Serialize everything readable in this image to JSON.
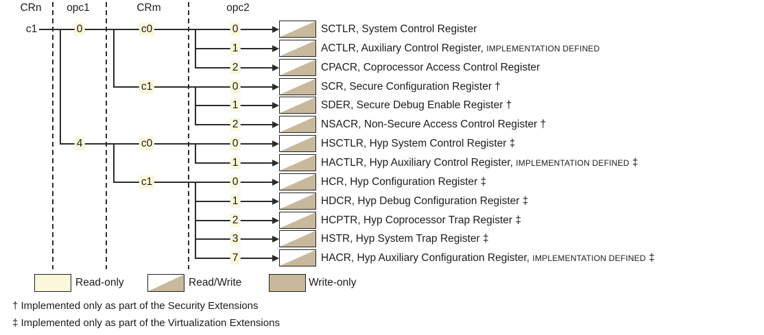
{
  "diagram": {
    "headers": [
      "CRn",
      "opc1",
      "CRm",
      "opc2"
    ],
    "crn_value": "c1",
    "opc1_branches": [
      {
        "label": "0",
        "row": 0
      },
      {
        "label": "4",
        "row": 6
      }
    ],
    "crm_branches": [
      {
        "label": "c0",
        "row": 0
      },
      {
        "label": "c1",
        "row": 3
      },
      {
        "label": "c0",
        "row": 6
      },
      {
        "label": "c1",
        "row": 8
      }
    ],
    "rows": [
      {
        "opc2": "0",
        "access": "read-write",
        "name": "SCTLR, System Control Register",
        "impl": "",
        "tail": ""
      },
      {
        "opc2": "1",
        "access": "read-write",
        "name": "ACTLR, Auxiliary Control Register, ",
        "impl": "IMPLEMENTATION DEFINED",
        "tail": ""
      },
      {
        "opc2": "2",
        "access": "read-write",
        "name": "CPACR, Coprocessor Access Control Register",
        "impl": "",
        "tail": ""
      },
      {
        "opc2": "0",
        "access": "read-write",
        "name": "SCR, Secure Configuration Register †",
        "impl": "",
        "tail": ""
      },
      {
        "opc2": "1",
        "access": "read-write",
        "name": "SDER, Secure Debug Enable Register †",
        "impl": "",
        "tail": ""
      },
      {
        "opc2": "2",
        "access": "read-write",
        "name": "NSACR, Non-Secure Access Control Register †",
        "impl": "",
        "tail": ""
      },
      {
        "opc2": "0",
        "access": "read-write",
        "name": "HSCTLR, Hyp System Control Register ‡",
        "impl": "",
        "tail": ""
      },
      {
        "opc2": "1",
        "access": "read-write",
        "name": "HACTLR, Hyp Auxiliary Control Register, ",
        "impl": "IMPLEMENTATION DEFINED",
        "tail": " ‡"
      },
      {
        "opc2": "0",
        "access": "read-write",
        "name": "HCR, Hyp Configuration Register ‡",
        "impl": "",
        "tail": ""
      },
      {
        "opc2": "1",
        "access": "read-write",
        "name": "HDCR, Hyp Debug Configuration Register ‡",
        "impl": "",
        "tail": ""
      },
      {
        "opc2": "2",
        "access": "read-write",
        "name": "HCPTR, Hyp Coprocessor Trap Register ‡",
        "impl": "",
        "tail": ""
      },
      {
        "opc2": "3",
        "access": "read-write",
        "name": "HSTR, Hyp System Trap Register ‡",
        "impl": "",
        "tail": ""
      },
      {
        "opc2": "7",
        "access": "read-write",
        "name": "HACR, Hyp Auxiliary Configuration Register, ",
        "impl": "IMPLEMENTATION DEFINED",
        "tail": " ‡"
      }
    ],
    "legend": [
      {
        "access": "read-only",
        "label": "Read-only"
      },
      {
        "access": "read-write",
        "label": "Read/Write"
      },
      {
        "access": "write-only",
        "label": "Write-only"
      }
    ],
    "footnotes": [
      "† Implemented only as part of the Security Extensions",
      "‡ Implemented only as part of the Virtualization Extensions"
    ],
    "colors": {
      "tan": "#C8B99D",
      "pale_yellow": "#FBF7DA",
      "line": "#2a2a2a"
    }
  }
}
